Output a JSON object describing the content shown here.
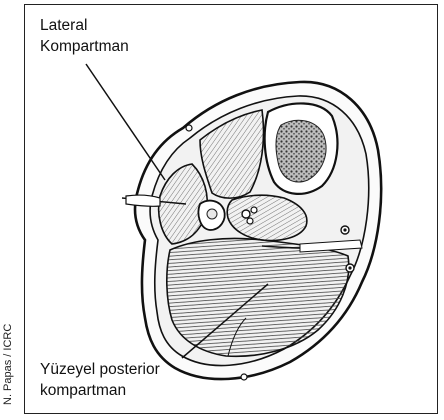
{
  "figure": {
    "labels": {
      "lateral_line1": "Lateral",
      "lateral_line2": "Kompartman",
      "posterior_line1": "Yüzeyel posterior",
      "posterior_line2": "kompartman"
    },
    "credit": "N. Papas / ICRC"
  }
}
